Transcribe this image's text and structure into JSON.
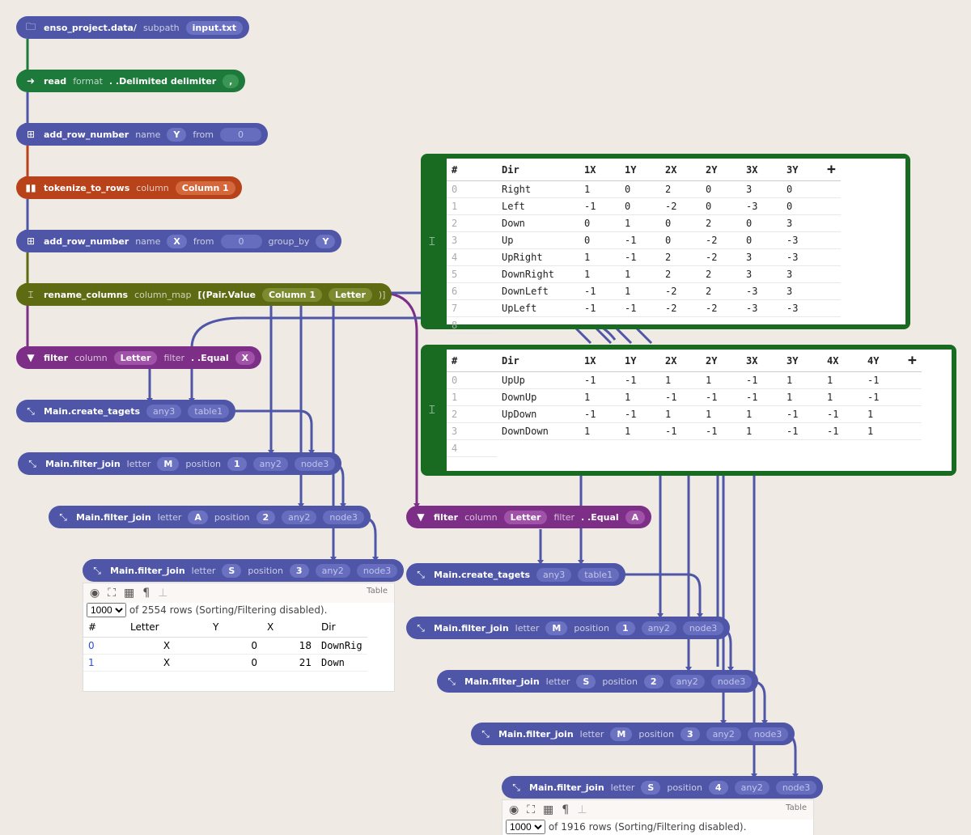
{
  "nodes": {
    "n1": {
      "name": "enso_project.data/",
      "kw": "subpath",
      "arg": "input.txt"
    },
    "n2": {
      "name": "read",
      "kw": "format",
      "mid": ". .Delimited delimiter",
      "arg": ","
    },
    "n3": {
      "name": "add_row_number",
      "kw": "name",
      "arg": "Y",
      "kw2": "from",
      "val": "0"
    },
    "n4": {
      "name": "tokenize_to_rows",
      "kw": "column",
      "arg": "Column 1"
    },
    "n5": {
      "name": "add_row_number",
      "kw": "name",
      "arg": "X",
      "kw2": "from",
      "val": "0",
      "kw3": "group_by",
      "arg3": "Y"
    },
    "n6": {
      "name": "rename_columns",
      "kw": "column_map",
      "mid": "[(Pair.Value",
      "arg": "Column 1",
      "arg2": "Letter",
      "tail": ")]"
    },
    "n7": {
      "name": "filter",
      "kw": "column",
      "arg": "Letter",
      "kw2": "filter",
      "mid": ". .Equal",
      "arg2": "X"
    },
    "n8": {
      "name": "Main.create_tagets",
      "a1": "any3",
      "a2": "table1"
    },
    "n9": {
      "name": "Main.filter_join",
      "kw": "letter",
      "arg": "M",
      "kw2": "position",
      "arg2": "1",
      "a1": "any2",
      "a2": "node3"
    },
    "n10": {
      "name": "Main.filter_join",
      "kw": "letter",
      "arg": "A",
      "kw2": "position",
      "arg2": "2",
      "a1": "any2",
      "a2": "node3"
    },
    "n11": {
      "name": "Main.filter_join",
      "kw": "letter",
      "arg": "S",
      "kw2": "position",
      "arg2": "3",
      "a1": "any2",
      "a2": "node3"
    },
    "n12": {
      "name": "filter",
      "kw": "column",
      "arg": "Letter",
      "kw2": "filter",
      "mid": ". .Equal",
      "arg2": "A"
    },
    "n13": {
      "name": "Main.create_tagets",
      "a1": "any3",
      "a2": "table1"
    },
    "n14": {
      "name": "Main.filter_join",
      "kw": "letter",
      "arg": "M",
      "kw2": "position",
      "arg2": "1",
      "a1": "any2",
      "a2": "node3"
    },
    "n15": {
      "name": "Main.filter_join",
      "kw": "letter",
      "arg": "S",
      "kw2": "position",
      "arg2": "2",
      "a1": "any2",
      "a2": "node3"
    },
    "n16": {
      "name": "Main.filter_join",
      "kw": "letter",
      "arg": "M",
      "kw2": "position",
      "arg2": "3",
      "a1": "any2",
      "a2": "node3"
    },
    "n17": {
      "name": "Main.filter_join",
      "kw": "letter",
      "arg": "S",
      "kw2": "position",
      "arg2": "4",
      "a1": "any2",
      "a2": "node3"
    }
  },
  "grid1": {
    "headers": [
      "#",
      "Dir",
      "1X",
      "1Y",
      "2X",
      "2Y",
      "3X",
      "3Y"
    ],
    "rows": [
      [
        "0",
        "Right",
        "1",
        "0",
        "2",
        "0",
        "3",
        "0"
      ],
      [
        "1",
        "Left",
        "-1",
        "0",
        "-2",
        "0",
        "-3",
        "0"
      ],
      [
        "2",
        "Down",
        "0",
        "1",
        "0",
        "2",
        "0",
        "3"
      ],
      [
        "3",
        "Up",
        "0",
        "-1",
        "0",
        "-2",
        "0",
        "-3"
      ],
      [
        "4",
        "UpRight",
        "1",
        "-1",
        "2",
        "-2",
        "3",
        "-3"
      ],
      [
        "5",
        "DownRight",
        "1",
        "1",
        "2",
        "2",
        "3",
        "3"
      ],
      [
        "6",
        "DownLeft",
        "-1",
        "1",
        "-2",
        "2",
        "-3",
        "3"
      ],
      [
        "7",
        "UpLeft",
        "-1",
        "-1",
        "-2",
        "-2",
        "-3",
        "-3"
      ]
    ],
    "next_row": "8",
    "add": "+"
  },
  "grid2": {
    "headers": [
      "#",
      "Dir",
      "1X",
      "1Y",
      "2X",
      "2Y",
      "3X",
      "3Y",
      "4X",
      "4Y"
    ],
    "rows": [
      [
        "0",
        "UpUp",
        "-1",
        "-1",
        "1",
        "1",
        "-1",
        "1",
        "1",
        "-1"
      ],
      [
        "1",
        "DownUp",
        "1",
        "1",
        "-1",
        "-1",
        "-1",
        "1",
        "1",
        "-1"
      ],
      [
        "2",
        "UpDown",
        "-1",
        "-1",
        "1",
        "1",
        "1",
        "-1",
        "-1",
        "1"
      ],
      [
        "3",
        "DownDown",
        "1",
        "1",
        "-1",
        "-1",
        "1",
        "-1",
        "-1",
        "1"
      ]
    ],
    "next_row": "4",
    "add": "+"
  },
  "table1": {
    "label": "Table",
    "rows_select": "1000",
    "meta": "of 2554 rows (Sorting/Filtering disabled).",
    "headers": [
      "#",
      "Letter",
      "Y",
      "X",
      "Dir"
    ],
    "rows": [
      [
        "0",
        "X",
        "0",
        "18",
        "DownRig"
      ],
      [
        "1",
        "X",
        "0",
        "21",
        "Down"
      ]
    ]
  },
  "table2": {
    "label": "Table",
    "rows_select": "1000",
    "meta": "of 1916 rows (Sorting/Filtering disabled)."
  }
}
